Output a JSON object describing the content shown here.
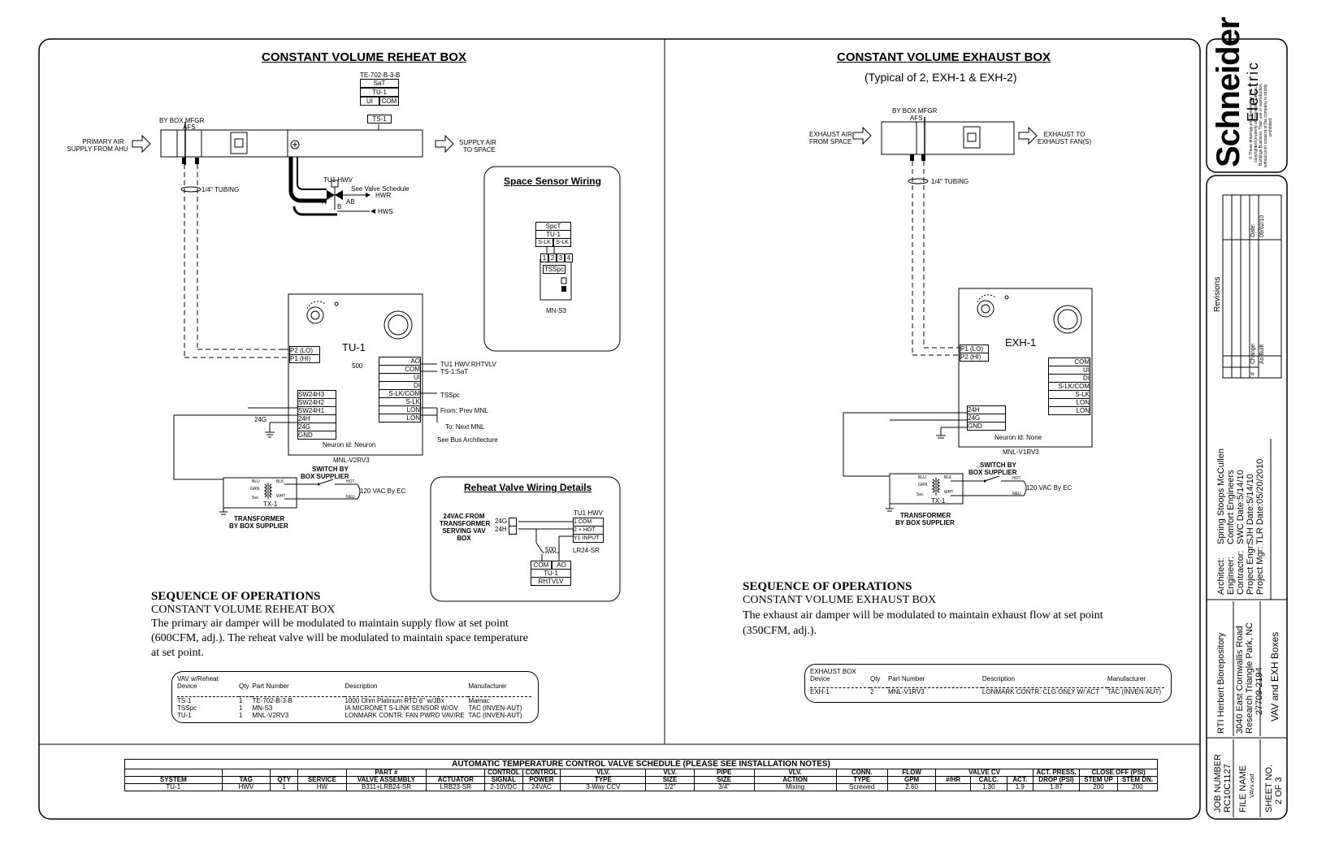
{
  "left": {
    "title": "CONSTANT VOLUME REHEAT BOX",
    "sensor_tag": "TE-702-B-3-B",
    "sensor_rows": [
      "SaT",
      "TU-1"
    ],
    "sensor_ui": "UI",
    "sensor_com": "COM",
    "ts1": "TS-1",
    "by_box_mfgr": "BY BOX MFGR",
    "afs": "AFS",
    "primary_air_1": "PRIMARY AIR",
    "primary_air_2": "SUPPLY FROM AHU",
    "supply_air_1": "SUPPLY AIR",
    "supply_air_2": "TO SPACE",
    "tubing": "1/4\" TUBING",
    "valve_tag": "TU1 HWV",
    "valve_sched": "See Valve Schedule",
    "hwr": "HWR",
    "hws": "HWS",
    "port_a": "A",
    "port_ab": "AB",
    "port_b": "B",
    "controller_name": "TU-1",
    "p2": "P2 (LO)",
    "p1": "P1 (HI)",
    "r500": "500",
    "ao": "AO",
    "com": "COM",
    "ui": "UI",
    "di": "DI",
    "slkcom": "S-LK/COM",
    "slk": "S-LK",
    "lon1": "LON",
    "lon2": "LON",
    "ao_label1": "TU1 HWV:RHTVLV",
    "ao_label2": "TS-1:SaT",
    "tsspc_label": "TSSpc",
    "prev_mnl": "From: Prev MNL",
    "next_mnl": "To: Next MNL",
    "bus_arch": "See Bus Architecture",
    "sw3": "SW24H3",
    "sw2": "SW24H2",
    "sw1": "SW24H1",
    "t24h": "24H",
    "t24g": "24G",
    "gnd": "GND",
    "g24_label": "24G",
    "neuron": "Neuron id: Neuron",
    "model": "MNL-V2RV3",
    "switch_1": "SWITCH BY",
    "switch_2": "BOX SUPPLIER",
    "blu": "BLU",
    "blk": "BLK",
    "grn": "GRN",
    "hot": "HOT",
    "wht": "WHT",
    "neu": "NEU",
    "sec": "Sec",
    "tx": "TX-1",
    "vac": "120 VAC By EC",
    "transformer_1": "TRANSFORMER",
    "transformer_2": "BY BOX SUPPLIER",
    "seq_title": "SEQUENCE OF OPERATIONS",
    "seq_sub": "CONSTANT VOLUME REHEAT BOX",
    "seq_text_1": "The primary air damper will be modulated to maintain supply flow at set point",
    "seq_text_2": "(600CFM, adj.).  The reheat valve will be modulated to maintain space temperature",
    "seq_text_3": "at set point.",
    "parts_header": [
      "VAV  w/Reheat",
      "",
      "",
      "",
      ""
    ],
    "parts_cols": [
      "Device",
      "Qty",
      "Part Number",
      "Description",
      "Manufacturer"
    ],
    "parts_rows": [
      [
        "TS-1",
        "1",
        "TE-702-B-3-B",
        "1000 Ohm Platinum RTD 6\" w/JBx",
        "Mamac"
      ],
      [
        "TSSpc",
        "1",
        "MN-S3",
        "IA MICRONET S-LINK SENSOR W/OV",
        "TAC (INVEN-AUT)"
      ],
      [
        "TU-1",
        "1",
        "MNL-V2RV3",
        "LONMARK CONTR. FAN PWRD VAV/RE",
        "TAC (INVEN-AUT)"
      ]
    ]
  },
  "space_sensor": {
    "title": "Space Sensor Wiring",
    "spct": "SpcT",
    "tu1": "TU-1",
    "slk1": "S-LK",
    "slk2": "S-LK",
    "pins": [
      "1",
      "2",
      "3",
      "4"
    ],
    "tsspc": "TSSpc",
    "model": "MN-S3"
  },
  "reheat_valve": {
    "title": "Reheat Valve Wiring Details",
    "src_1": "24VAC FROM",
    "src_2": "TRANSFORMER",
    "src_3": "SERVING VAV",
    "src_4": "BOX",
    "g24": "24G",
    "h24": "24H",
    "valve_tag": "TU1 HWV",
    "t1": "1  COM",
    "t2": "2 + HOT",
    "t3": "Y1 INPUT",
    "r500": "500",
    "actuator": "LR24-SR",
    "com": "COM",
    "ao": "AO",
    "tu1": "TU-1",
    "rhtvlv": "RHTVLV"
  },
  "right": {
    "title": "CONSTANT VOLUME EXHAUST BOX",
    "subtitle": "(Typical of 2, EXH-1 & EXH-2)",
    "by_box_mfgr": "BY BOX MFGR",
    "afs": "AFS",
    "exhaust_air_1": "EXHAUST AIR",
    "exhaust_air_2": "FROM SPACE",
    "exhaust_to_1": "EXHAUST TO",
    "exhaust_to_2": "EXHAUST FAN(S)",
    "tubing": "1/4\" TUBING",
    "controller_name": "EXH-1",
    "p1": "P1 (LO)",
    "p2": "P2 (HI)",
    "com": "COM",
    "ui": "UI",
    "di": "DI",
    "slkcom": "S-LK/COM",
    "slk": "S-LK",
    "lon1": "LON",
    "lon2": "LON",
    "t24h": "24H",
    "t24g": "24G",
    "gnd": "GND",
    "neuron": "Neuron id: None",
    "model": "MNL-V1RV3",
    "switch_1": "SWITCH BY",
    "switch_2": "BOX SUPPLIER",
    "blu": "BLU",
    "blk": "BLK",
    "grn": "GRN",
    "hot": "HOT",
    "wht": "WHT",
    "neu": "NEU",
    "sec": "Sec",
    "tx": "TX-1",
    "vac": "120 VAC By EC",
    "transformer_1": "TRANSFORMER",
    "transformer_2": "BY BOX SUPPLIER",
    "seq_title": "SEQUENCE OF OPERATIONS",
    "seq_sub": "CONSTANT VOLUME EXHAUST BOX",
    "seq_text_1": "The exhaust air damper will be modulated to maintain exhaust flow at set point",
    "seq_text_2": "(350CFM, adj.).",
    "parts_header": [
      "EXHAUST BOX",
      "",
      "",
      "",
      ""
    ],
    "parts_cols": [
      "Device",
      "Qty",
      "Part Number",
      "Description",
      "Manufacturer"
    ],
    "parts_rows": [
      [
        "EXH-1",
        "2",
        "MNL-V1RV3",
        "LONMARK CONTR. CLG ONLY W/ ACT",
        "TAC (INVEN-AUT)"
      ]
    ]
  },
  "schedule": {
    "title": "AUTOMATIC TEMPERATURE CONTROL VALVE SCHEDULE (PLEASE SEE INSTALLATION NOTES)",
    "head_top": [
      "",
      "",
      "",
      "",
      "PART #",
      "",
      "CONTROL",
      "CONTROL",
      "VLV.",
      "VLV.",
      "PIPE",
      "VLV.",
      "CONN.",
      "FLOW",
      "VALVE CV",
      "ACT. PRESS.",
      "CLOSE OFF (PSI)"
    ],
    "head_bottom": [
      "SYSTEM",
      "TAG",
      "QTY",
      "SERVICE",
      "VALVE ASSEMBLY",
      "ACTUATOR",
      "SIGNAL",
      "POWER",
      "TYPE",
      "SIZE",
      "SIZE",
      "ACTION",
      "TYPE",
      "GPM",
      "#/HR",
      "CALC.",
      "ACT.",
      "DROP (PSI)",
      "STEM UP",
      "STEM DN."
    ],
    "rows": [
      [
        "TU-1",
        "HWV",
        "1",
        "HW",
        "B311+LRB24-SR",
        "LRB23-SR",
        "2-10VDC",
        "24VAC",
        "3-Way CCV",
        "1/2\"",
        "3/4\"",
        "Mixing",
        "Screwed",
        "2.60",
        "",
        "1.30",
        "1.9",
        "1.87",
        "200",
        "200"
      ]
    ]
  },
  "title_block": {
    "brand_1": "Schneider",
    "brand_2": "Electric",
    "copyright_1": "© These drawings and designs are the",
    "copyright_2": "copyrighted property of Schneider Electric",
    "copyright_3": "Buildings Business.  Their use or reproduction",
    "copyright_4": "without prior consent of the company is strictly",
    "copyright_5": "prohibited.",
    "revisions": "Revisions",
    "rev_hash": "#",
    "rev_change": "Change:",
    "rev_date": "Date:",
    "rev_entry_change": "As-Built",
    "rev_entry_date": "09/02/10",
    "architect_lbl": "Architect:",
    "engineer_lbl": "Engineer:",
    "contractor_lbl": "Contractor:",
    "projeng_lbl": "Project Engr:",
    "projmgr_lbl": "Project Mgr:",
    "architect": "Spring Stoops McCullen",
    "engineer": "Comfort Engineers",
    "contractor": "SWC Date:5/14/10",
    "projeng": "SJH  Date:5/14/10",
    "projmgr": "TLR  Date:05/20/2010",
    "proj_1": "RTI Herbert Biorepository",
    "proj_2": "3040 East Cornwallis Road",
    "proj_3": "Research Triangle Park, NC",
    "proj_4": "27709-2194",
    "sheet_title": "VAV and EXH Boxes",
    "job_lbl": "JOB NUMBER",
    "job": "RC10C1127",
    "file_lbl": "FILE NAME",
    "file": "VAVs.vsd",
    "sheet_lbl": "SHEET NO.",
    "sheet": "2 OF 3"
  }
}
